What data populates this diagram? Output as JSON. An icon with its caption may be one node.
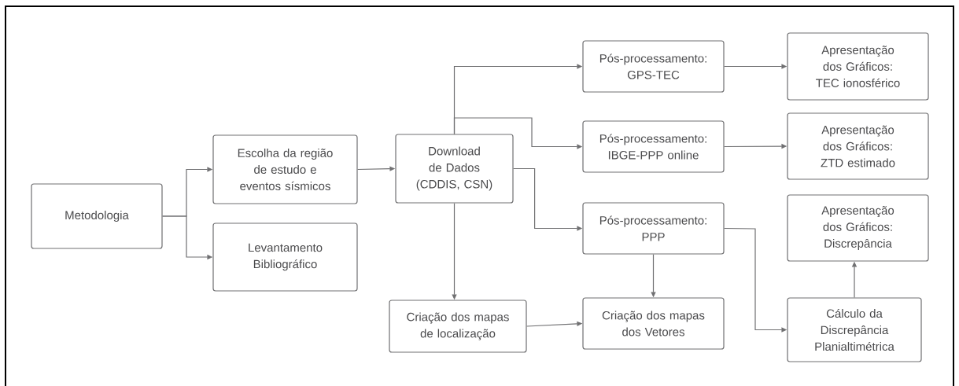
{
  "diagram": {
    "nodes": [
      {
        "text": [
          "Metodologia"
        ]
      },
      {
        "text": [
          "Escolha da região de estudo e eventos sísmicos"
        ]
      },
      {
        "text": [
          "Levantamento Bibliográfico"
        ]
      },
      {
        "text": [
          "Download de Dados (CDDIS, CSN)"
        ]
      },
      {
        "text": [
          "Pós-processamento: GPS-TEC"
        ]
      },
      {
        "text": [
          "Apresentação dos Gráficos: TEC ionosférico"
        ]
      },
      {
        "text": [
          "Pós-processamento: IBGE-PPP online"
        ]
      },
      {
        "text": [
          "Apresentação dos Gráficos: ZTD estimado"
        ]
      },
      {
        "text": [
          "Pós-processamento: PPP"
        ]
      },
      {
        "text": [
          "Apresentação dos Gráficos: Discrepância"
        ]
      },
      {
        "text": [
          "Criação dos mapas de localização"
        ]
      },
      {
        "text": [
          "Criação dos mapas dos Vetores"
        ]
      },
      {
        "text": [
          "Cálculo da Discrepância Planialtimétrica"
        ]
      }
    ],
    "edges": [
      {
        "from": 0,
        "to": 1,
        "arrow": "to"
      },
      {
        "from": 0,
        "to": 2,
        "arrow": "to"
      },
      {
        "from": 1,
        "to": 3,
        "arrow": "to"
      },
      {
        "from": 3,
        "to": 4,
        "arrow": "to"
      },
      {
        "from": 3,
        "to": 6,
        "arrow": "to"
      },
      {
        "from": 3,
        "to": 8,
        "arrow": "to"
      },
      {
        "from": 3,
        "to": 10,
        "arrow": "to"
      },
      {
        "from": 4,
        "to": 5,
        "arrow": "to"
      },
      {
        "from": 6,
        "to": 7,
        "arrow": "to"
      },
      {
        "from": 8,
        "to": 11,
        "arrow": "to"
      },
      {
        "from": 8,
        "to": 12,
        "arrow": "to"
      },
      {
        "from": 10,
        "to": 11,
        "arrow": "to"
      },
      {
        "from": 12,
        "to": 9,
        "arrow": "to"
      }
    ]
  }
}
